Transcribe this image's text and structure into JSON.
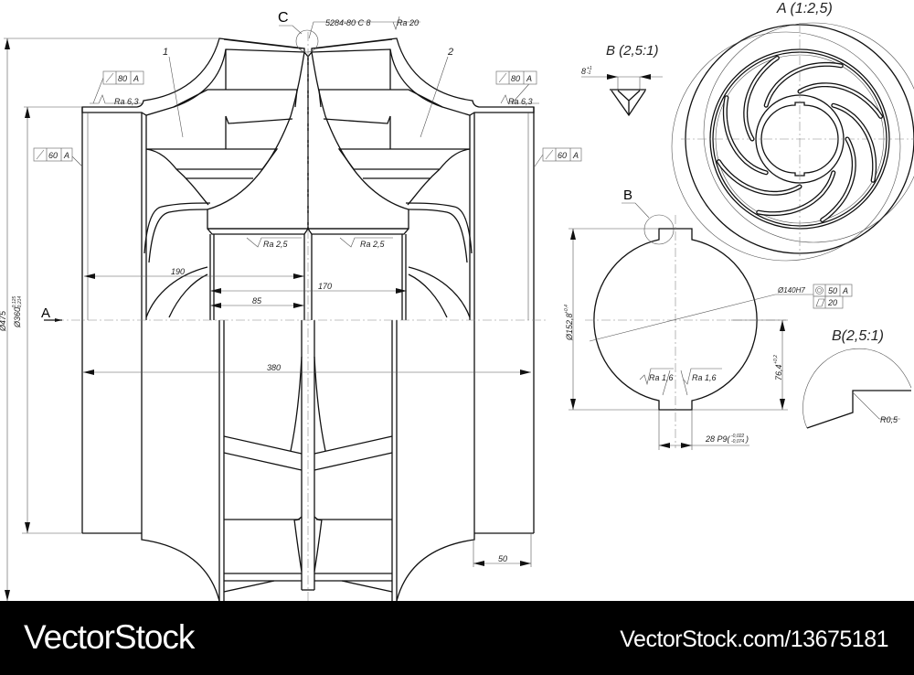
{
  "drawing": {
    "section_label_c": "C",
    "weld_note": "5284-80  C 8",
    "roughness_top": "Ra 20",
    "part_1": "1",
    "part_2": "2",
    "tol_left_top": {
      "value": "80",
      "datum": "A"
    },
    "tol_right_top": {
      "value": "80",
      "datum": "A"
    },
    "tol_left_mid": {
      "value": "60",
      "datum": "A"
    },
    "tol_right_mid": {
      "value": "60",
      "datum": "A"
    },
    "ra_left_flange": "Ra 6,3",
    "ra_right_flange": "Ra 6,3",
    "ra_left_bore": "Ra 2,5",
    "ra_right_bore": "Ra 2,5",
    "dim_190": "190",
    "dim_170": "170",
    "dim_85": "85",
    "dim_380": "380",
    "dim_50": "50",
    "dim_475": "Ø475",
    "dim_360": "Ø360",
    "dim_360_tol_upper": "-0,125",
    "dim_360_tol_lower": "-0,214",
    "view_arrow_a": "A"
  },
  "detail_b_top": {
    "title": "B  (2,5:1)",
    "dim": "8",
    "tol": "+1",
    "tol_lower": "-1"
  },
  "view_a": {
    "title": "A  (1:2,5)",
    "blade_count": 8
  },
  "key_section": {
    "label_b": "B",
    "dim_diameter": "Ø152,8",
    "dim_diameter_tol": "+0,4",
    "dim_height": "76,4",
    "dim_height_tol": "+0,2",
    "bore": "Ø140H7",
    "tol_runout": {
      "value": "50",
      "datum": "A"
    },
    "tol_cyl": {
      "value": "20"
    },
    "ra_left": "Ra 1,6",
    "ra_right": "Ra 1,6",
    "keyway": "28 P9(",
    "keyway_upper": "-0,022",
    "keyway_lower": "-0,074",
    "keyway_close": ")"
  },
  "detail_b_bottom": {
    "title": "B(2,5:1)",
    "radius": "R0,5"
  },
  "watermark": {
    "brand": "VectorStock",
    "id_text": "VectorStock.com/13675181",
    "band_color": "#000000"
  }
}
